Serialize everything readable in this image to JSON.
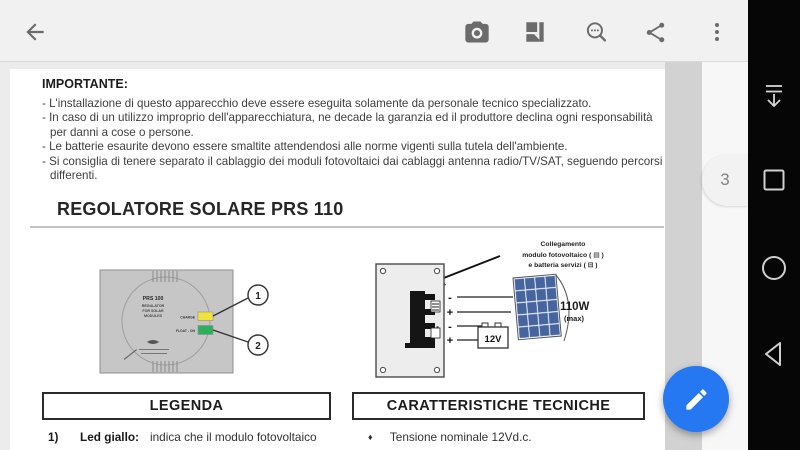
{
  "toolbar": {
    "icons": [
      "back-arrow",
      "camera",
      "reading-mode",
      "search",
      "share",
      "overflow-menu"
    ]
  },
  "navbar": {
    "icons": [
      "hide-toolbars",
      "recents-square",
      "home-circle",
      "back-triangle"
    ]
  },
  "viewer": {
    "page_badge": "3"
  },
  "page": {
    "important_title": "IMPORTANTE:",
    "important_items": [
      "- L'installazione di questo apparecchio deve essere eseguita solamente da personale tecnico specializzato.",
      "- In caso di un utilizzo improprio dell'apparecchiatura, ne decade la garanzia ed il produttore declina ogni responsabilità per danni a cose o persone.",
      "- Le batterie esaurite devono essere smaltite attendendosi alle norme vigenti sulla tutela dell'ambiente.",
      "- Si consiglia di tenere separato il cablaggio dei moduli fotovoltaici dai cablaggi antenna radio/TV/SAT, seguendo percorsi differenti."
    ],
    "section_title": "REGOLATORE SOLARE PRS 110",
    "legend": {
      "header": "LEGENDA",
      "item_num": "1)",
      "item_label": "Led giallo:",
      "item_text": "indica che il modulo fotovoltaico"
    },
    "tech": {
      "header": "CARATTERISTICHE TECNICHE",
      "bullet": "♦",
      "item_text": "Tensione nominale 12Vd.c."
    }
  },
  "figure_left": {
    "device_title": "PRS 100",
    "device_sub1": "REGULATOR",
    "device_sub2": "FOR SOLAR",
    "device_sub3": "MODULES",
    "led1_label": "CHARGE",
    "led2_label": "FLOAT - ON",
    "callout_1": "1",
    "callout_2": "2"
  },
  "figure_right": {
    "note1": "Collegamento",
    "note2": "modulo fotovoltaico ( ▤ )",
    "note3": "e batteria servizi ( ⊟ )",
    "terminals": [
      "-",
      "+",
      "-",
      "+"
    ],
    "battery": "12V",
    "power": "110W",
    "power_max": "(max)"
  },
  "colors": {
    "fab_blue": "#2677f2",
    "led_yellow": "#f2e339",
    "led_green": "#2fae5c",
    "solar_cell_blue": "#46659f",
    "toolbar_bg": "#f1f1f1",
    "navbar_bg": "#060606"
  }
}
